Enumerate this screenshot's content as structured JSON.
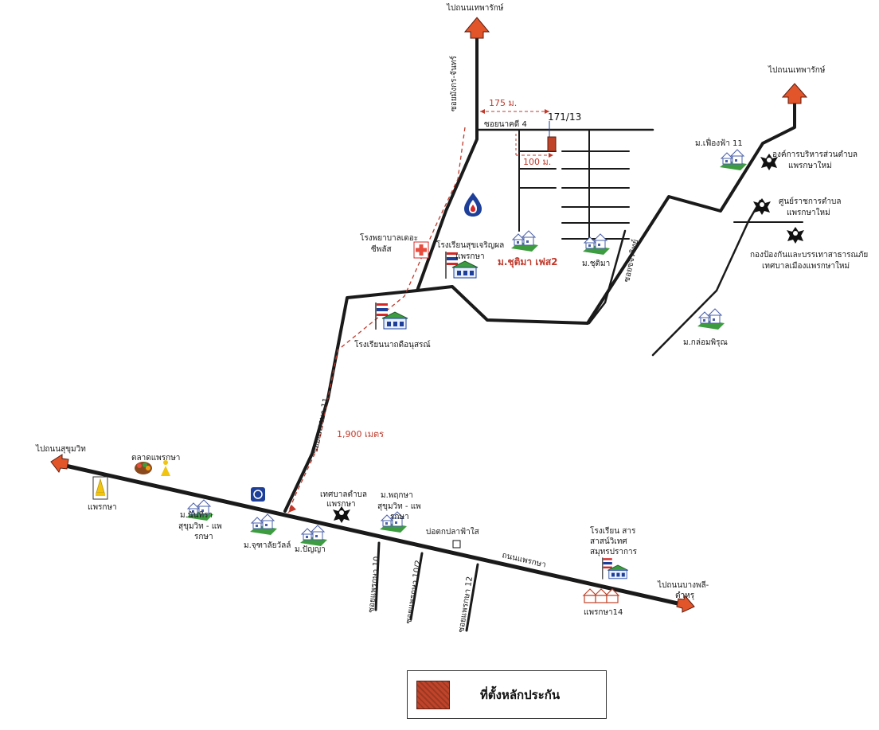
{
  "colors": {
    "road": "#1a1a1a",
    "route": "#c0392b",
    "arrow": "#e2552a",
    "collateral": "#c0442a",
    "village_roof": "#4a5fa8",
    "village_grass": "#3d9c3f"
  },
  "arrows": {
    "north_top": "ไปถนนเทพารักษ์",
    "north_right": "ไปถนนเทพารักษ์",
    "west": "ไปถนนสุขุมวิท",
    "east_line1": "ไปถนนบางพลี-",
    "east_line2": "ตำหรุ"
  },
  "roads": {
    "vertical_soi": "ซอยมังกร-จันทร์",
    "nakdi_4": "ซอยนาคดี 4",
    "phraeksa_11": "ซอยแพรกษา 11",
    "charoen": "ซอยขจรวิทย์",
    "main_road": "ถนนแพรกษา",
    "phraeksa_10": "ซอยแพรกษา 10",
    "phraeksa_10_2": "ซอยแพรกษา 10/2",
    "phraeksa_12": "ซอยแพรกษา 12"
  },
  "distances": {
    "d175": "175 ม.",
    "d100": "100 ม.",
    "d1900": "1,900 เมตร"
  },
  "property": {
    "number": "171/13"
  },
  "landmarks": {
    "hospital_line1": "โรงพยาบาลเดอะ",
    "hospital_line2": "ซีพลัส",
    "school_sukcharoen_line1": "โรงเรียนสุขเจริญผล",
    "school_sukcharoen_line2": "แพรกษา",
    "school_natdidnusorn": "โรงเรียนนาถดือนุสรณ์",
    "market": "ตลาดแพรกษา",
    "temple": "แพรกษา",
    "municipality_line1": "เทศบาลตำบล",
    "municipality_line2": "แพรกษา",
    "fish_pond": "บ่อตกปลาฟ้าใส",
    "school_saon_line1": "โรงเรียน สาร",
    "school_saon_line2": "สาสน์วิเทศ",
    "school_saon_line3": "สมุทรปราการ",
    "tao_office_line1": "องค์การบริหารส่วนตำบล",
    "tao_office_line2": "แพรกษาใหม่",
    "gov_center_line1": "ศูนย์ราชการตำบล",
    "gov_center_line2": "แพรกษาใหม่",
    "disaster_line1": "กองป้องกันและบรรเทาสาธารณภัย",
    "disaster_line2": "เทศบาลเมืองแพรกษาใหม่"
  },
  "villages": {
    "chuchima_phase2": "ม.ชุติมา เฟส2",
    "chuchima": "ม.ชุติมา",
    "fueangfa": "ม.เฟื่องฟ้า 11",
    "klomphirun": "ม.กล่อมพิรุณ",
    "nanthira_line1": "ม.นันทิรา",
    "nanthira_line2": "สุขุมวิท - แพ",
    "nanthira_line3": "รกษา",
    "chuthanrat": "ม.จุฑาลัยวัลล์",
    "panya": "ม.ปัญญา",
    "pruksa_line1": "ม.พฤกษา",
    "pruksa_line2": "สุขุมวิท - แพ",
    "pruksa_line3": "รกษา",
    "phraeksa14": "แพรกษา14"
  },
  "legend": {
    "label": "ที่ตั้งหลักประกัน"
  }
}
